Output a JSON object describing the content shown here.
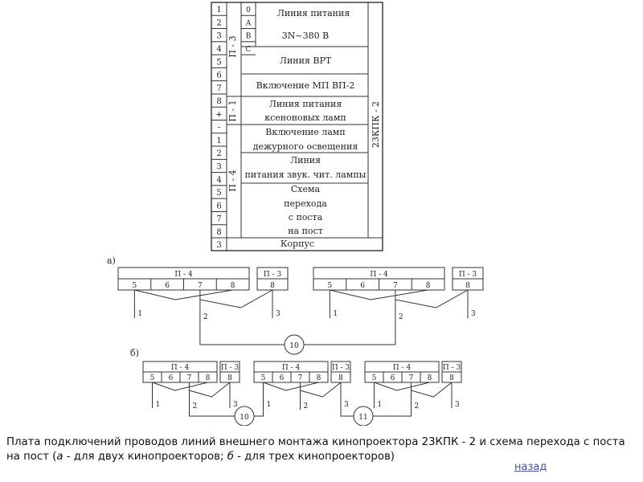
{
  "board": {
    "rows": [
      {
        "pin": "1",
        "sub": "0"
      },
      {
        "pin": "2",
        "sub": "A"
      },
      {
        "pin": "3",
        "sub": "B"
      },
      {
        "pin": "4",
        "sub": "C"
      },
      {
        "pin": "5",
        "sub": ""
      },
      {
        "pin": "6",
        "sub": ""
      },
      {
        "pin": "7",
        "sub": ""
      },
      {
        "pin": "8",
        "sub": ""
      },
      {
        "pin": "+",
        "sub": ""
      },
      {
        "pin": "-",
        "sub": ""
      },
      {
        "pin": "1",
        "sub": ""
      },
      {
        "pin": "2",
        "sub": ""
      },
      {
        "pin": "3",
        "sub": ""
      },
      {
        "pin": "4",
        "sub": ""
      },
      {
        "pin": "5",
        "sub": ""
      },
      {
        "pin": "6",
        "sub": ""
      },
      {
        "pin": "7",
        "sub": ""
      },
      {
        "pin": "8",
        "sub": ""
      },
      {
        "pin": "3",
        "sub": ""
      }
    ],
    "connectors": [
      "П - 3",
      "П - 1",
      "П - 4"
    ],
    "board_label": "23КПК - 2",
    "case_label": "Корпус",
    "functions": [
      "Линия питания",
      "3N~380 В",
      "Линия ВРТ",
      "Включение МП ВП-2",
      "Линия питания",
      "ксеноновых ламп",
      "Включение ламп",
      "дежурного освещения",
      "Линия",
      "питания звук. чит. лампы",
      "Схема",
      "перехода",
      "с поста",
      "на пост"
    ]
  },
  "scheme_a": {
    "label": "а)",
    "p4": "П - 4",
    "p3": "П - 3",
    "pins_p4": [
      "5",
      "6",
      "7",
      "8"
    ],
    "pin_p3": "8",
    "wire_labels": [
      "1",
      "2",
      "3"
    ],
    "node": "10"
  },
  "scheme_b": {
    "label": "б)",
    "p4": "П - 4",
    "p3": "П - 3",
    "pins_p4": [
      "5",
      "6",
      "7",
      "8"
    ],
    "pin_p3": "8",
    "wire_labels": [
      "1",
      "2",
      "3"
    ],
    "nodes": [
      "10",
      "11"
    ]
  },
  "caption": {
    "part1": "Плата подключений проводов линий внешнего монтажа кинопроектора 23КПК - 2 и схема перехода с поста на пост (",
    "a_letter": "а",
    "part2": " - для двух кинопроекторов; ",
    "b_letter": "б",
    "part3": " - для трех кинопроекторов)"
  },
  "back_link": "назад"
}
